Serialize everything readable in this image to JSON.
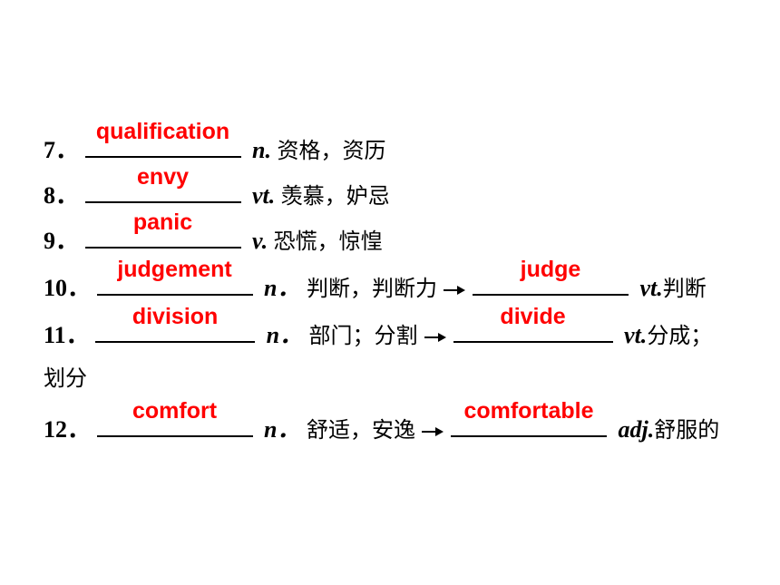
{
  "items": [
    {
      "num": "7．",
      "answer": "qualification",
      "pos": "n.",
      "meaning": "资格，资历"
    },
    {
      "num": "8．",
      "answer": "envy",
      "pos": "vt.",
      "meaning": "羡慕，妒忌"
    },
    {
      "num": "9．",
      "answer": "panic",
      "pos": "v.",
      "meaning": "恐慌，惊惶"
    },
    {
      "num": "10．",
      "answer": "judgement",
      "pos": "n．",
      "meaning": "判断，判断力",
      "derived_answer": "judge",
      "derived_pos": "vt.",
      "derived_meaning": "判断"
    },
    {
      "num": "11．",
      "answer": "division",
      "pos": "n．",
      "meaning": "部门；分割",
      "derived_answer": "divide",
      "derived_pos": "vt.",
      "derived_meaning": "分成；",
      "wrap_text": "划分"
    },
    {
      "num": "12．",
      "answer": "comfort",
      "pos": "n．",
      "meaning": "舒适，安逸",
      "derived_answer": "comfortable",
      "derived_pos": "adj.",
      "derived_meaning": "舒服的"
    }
  ],
  "colors": {
    "answer": "#ff0000",
    "text": "#000000"
  },
  "icons": {
    "arrow": "right-arrow-icon"
  }
}
